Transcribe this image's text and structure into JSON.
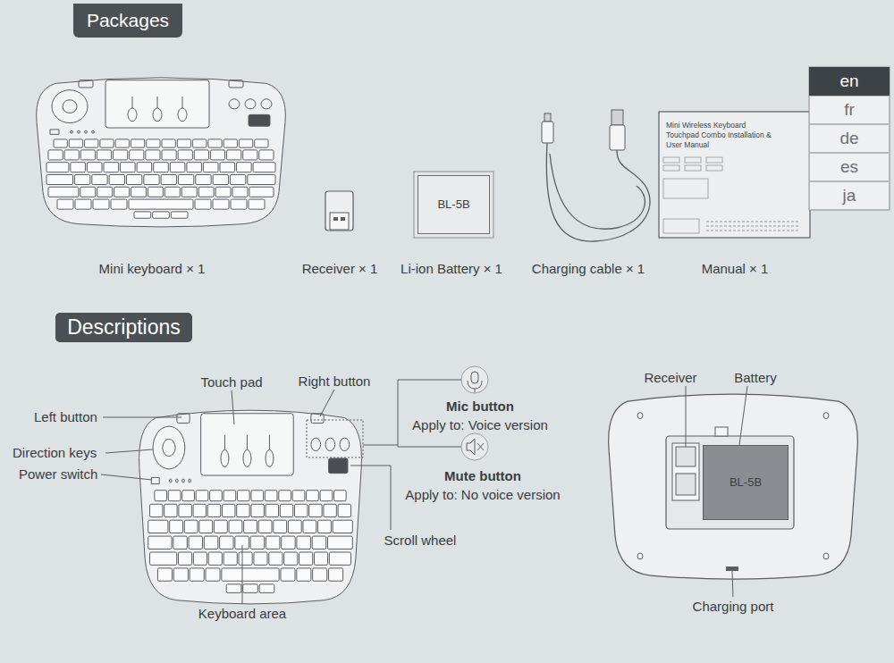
{
  "diagram": {
    "nodes": [
      {
        "text": [
          "Packages"
        ]
      },
      {
        "text": [
          "en"
        ]
      },
      {
        "text": [
          "fr"
        ]
      },
      {
        "text": [
          "de"
        ]
      },
      {
        "text": [
          "es"
        ]
      },
      {
        "text": [
          "ja"
        ]
      },
      {
        "text": [
          "BL-5B"
        ]
      },
      {
        "text": [
          "Mini Wireless Keyboard Touchpad Combo Installation & User Manual"
        ]
      },
      {
        "text": [
          "Descriptions"
        ]
      },
      {
        "text": [
          "BL-5B"
        ]
      }
    ],
    "labels": [
      "Mini keyboard × 1",
      "Receiver × 1",
      "Li-ion Battery × 1",
      "Charging cable × 1",
      "Manual × 1",
      "Touch pad",
      "Right button",
      "Left button",
      "Direction keys",
      "Power switch",
      "Mic button",
      "Apply to: Voice version",
      "Mute button",
      "Apply to: No voice version",
      "Scroll wheel",
      "Keyboard area",
      "Receiver",
      "Battery",
      "Charging port"
    ]
  }
}
